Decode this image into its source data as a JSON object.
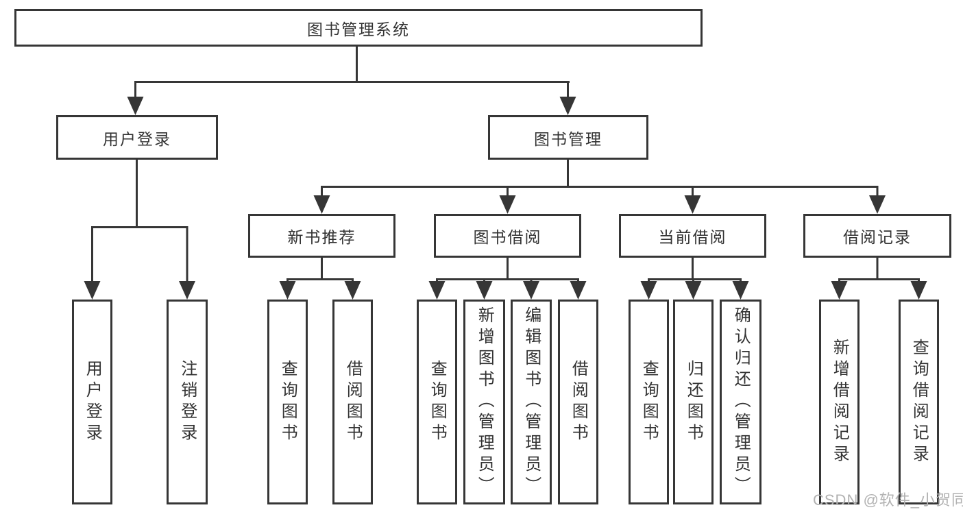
{
  "diagram": {
    "title": "图书管理系统",
    "level2": {
      "user_login": "用户登录",
      "book_mgmt": "图书管理"
    },
    "level3": {
      "new_book": "新书推荐",
      "book_borrow": "图书借阅",
      "current_borrow": "当前借阅",
      "borrow_records": "借阅记录"
    },
    "leaves": {
      "user_login_1": "用户登录",
      "user_login_2": "注销登录",
      "new_book_1": "查询图书",
      "new_book_2": "借阅图书",
      "book_borrow_1": "查询图书",
      "book_borrow_2": "新增图书（管理员）",
      "book_borrow_3": "编辑图书（管理员）",
      "book_borrow_4": "借阅图书",
      "current_borrow_1": "查询图书",
      "current_borrow_2": "归还图书",
      "current_borrow_3": "确认归还（管理员）",
      "borrow_records_1": "新增借阅记录",
      "borrow_records_2": "查询借阅记录"
    }
  },
  "watermark": "CSDN @软件_小贺同学",
  "colors": {
    "line": "#363636",
    "text": "#333333",
    "watermark": "#b2b2b2",
    "background": "#ffffff"
  }
}
